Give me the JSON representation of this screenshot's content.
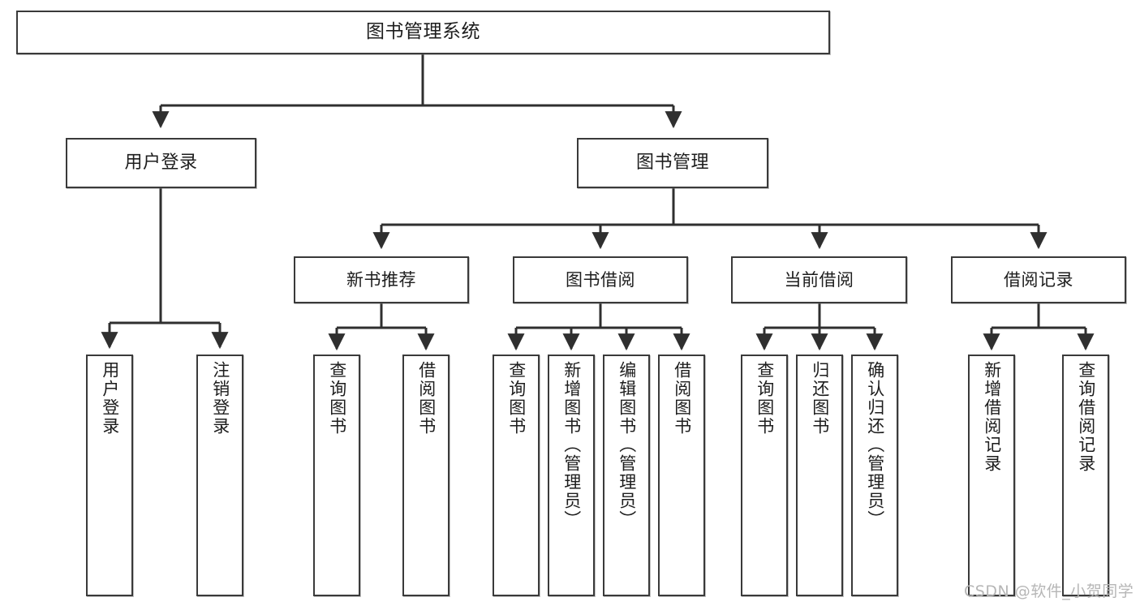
{
  "diagram": {
    "title": "图书管理系统",
    "type": "tree-hierarchy",
    "orientation": "top-down",
    "colors": {
      "box_border": "#3a3a3a",
      "box_fill": "#ffffff",
      "line": "#2f2f2f",
      "text": "#1d1d1d",
      "watermark": "#b6b6b6"
    },
    "root": {
      "label": "图书管理系统"
    },
    "level2": [
      {
        "label": "用户登录"
      },
      {
        "label": "图书管理"
      }
    ],
    "level3": [
      {
        "label": "新书推荐"
      },
      {
        "label": "图书借阅"
      },
      {
        "label": "当前借阅"
      },
      {
        "label": "借阅记录"
      }
    ],
    "leaves": {
      "user_login": [
        {
          "label": "用户登录"
        },
        {
          "label": "注销登录"
        }
      ],
      "new_book_recommend": [
        {
          "label": "查询图书"
        },
        {
          "label": "借阅图书"
        }
      ],
      "book_borrow": [
        {
          "label": "查询图书"
        },
        {
          "label": "新增图书（管理员）"
        },
        {
          "label": "编辑图书（管理员）"
        },
        {
          "label": "借阅图书"
        }
      ],
      "current_borrow": [
        {
          "label": "查询图书"
        },
        {
          "label": "归还图书"
        },
        {
          "label": "确认归还（管理员）"
        }
      ],
      "borrow_record": [
        {
          "label": "新增借阅记录"
        },
        {
          "label": "查询借阅记录"
        }
      ]
    }
  },
  "watermark": {
    "text": "CSDN @软件_小贺同学"
  }
}
